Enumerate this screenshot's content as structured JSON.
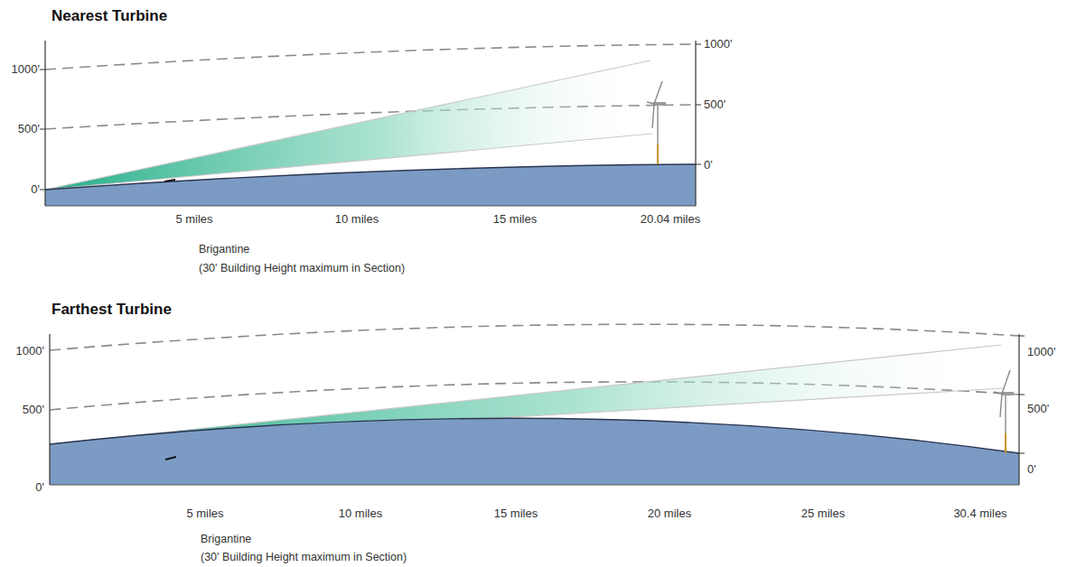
{
  "diagram": {
    "labels": [
      "Nearest Turbine",
      "1000'",
      "500'",
      "0'",
      "1000'",
      "500'",
      "0'",
      "5 miles",
      "10 miles",
      "15 miles",
      "20.04 miles",
      "Brigantine",
      "(30' Building Height maximum in Section)",
      "Farthest Turbine",
      "1000'",
      "500'",
      "0'",
      "1000'",
      "500'",
      "0'",
      "5 miles",
      "10 miles",
      "15 miles",
      "20 miles",
      "25 miles",
      "30.4 miles",
      "Brigantine",
      "(30' Building Height maximum in Section)"
    ]
  }
}
